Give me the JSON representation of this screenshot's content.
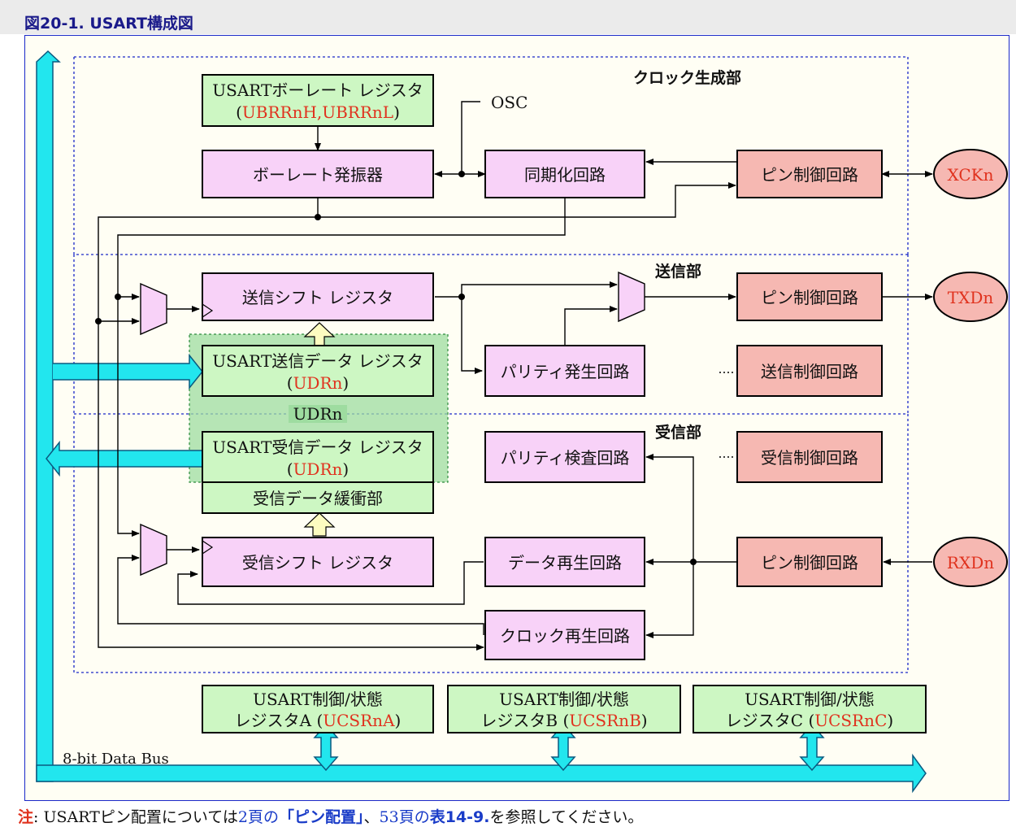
{
  "title": "図20-1. USART構成図",
  "sections": {
    "clock": "クロック生成部",
    "tx": "送信部",
    "rx": "受信部"
  },
  "blocks": {
    "ubrr": {
      "line1": "USARTボーレート レジスタ",
      "reg_open": "(",
      "reg": "UBRRnH,UBRRnL",
      "reg_close": ")"
    },
    "baud_osc": "ボーレート発振器",
    "osc": "OSC",
    "sync": "同期化回路",
    "pin_xck": "ピン制御回路",
    "tx_shift": "送信シフト レジスタ",
    "pin_txd": "ピン制御回路",
    "tx_udr": {
      "line1": "USART送信データ レジスタ",
      "reg_open": "(",
      "reg": "UDRn",
      "reg_close": ")"
    },
    "parity_gen": "パリティ発生回路",
    "tx_ctrl": "送信制御回路",
    "udrn": "UDRn",
    "rx_udr": {
      "line1": "USART受信データ レジスタ",
      "reg_open": "(",
      "reg": "UDRn",
      "reg_close": ")"
    },
    "parity_chk": "パリティ検査回路",
    "rx_ctrl": "受信制御回路",
    "rx_buffer": "受信データ緩衝部",
    "rx_shift": "受信シフト レジスタ",
    "data_recovery": "データ再生回路",
    "pin_rxd": "ピン制御回路",
    "clock_recovery": "クロック再生回路",
    "ucsra": {
      "line1": "USART制御/状態",
      "line2": "レジスタA (",
      "reg": "UCSRnA",
      "close": ")"
    },
    "ucsrb": {
      "line1": "USART制御/状態",
      "line2": "レジスタB (",
      "reg": "UCSRnB",
      "close": ")"
    },
    "ucsrc": {
      "line1": "USART制御/状態",
      "line2": "レジスタC (",
      "reg": "UCSRnC",
      "close": ")"
    }
  },
  "pins": {
    "xck": "XCKn",
    "txd": "TXDn",
    "rxd": "RXDn"
  },
  "bus_label": "8-bit Data Bus",
  "footnote": {
    "note": "注",
    "t1": ": USARTピン配置については",
    "link1": "2頁の",
    "link2": "「ピン配置」",
    "t2": "、",
    "link3": "53頁の",
    "link4": "表14-9.",
    "t3": "を参照してください。"
  },
  "colors": {
    "green_box": "#cdf7c3",
    "pink_box": "#f8d2f8",
    "salmon_box": "#f6b8b2",
    "bus": "#22e6ee",
    "section_border": "#1a28c8",
    "udr_group": "#9edca0",
    "register_text": "#e0321e",
    "background": "#fffef4",
    "up_arrow": "#fdfcc0"
  }
}
